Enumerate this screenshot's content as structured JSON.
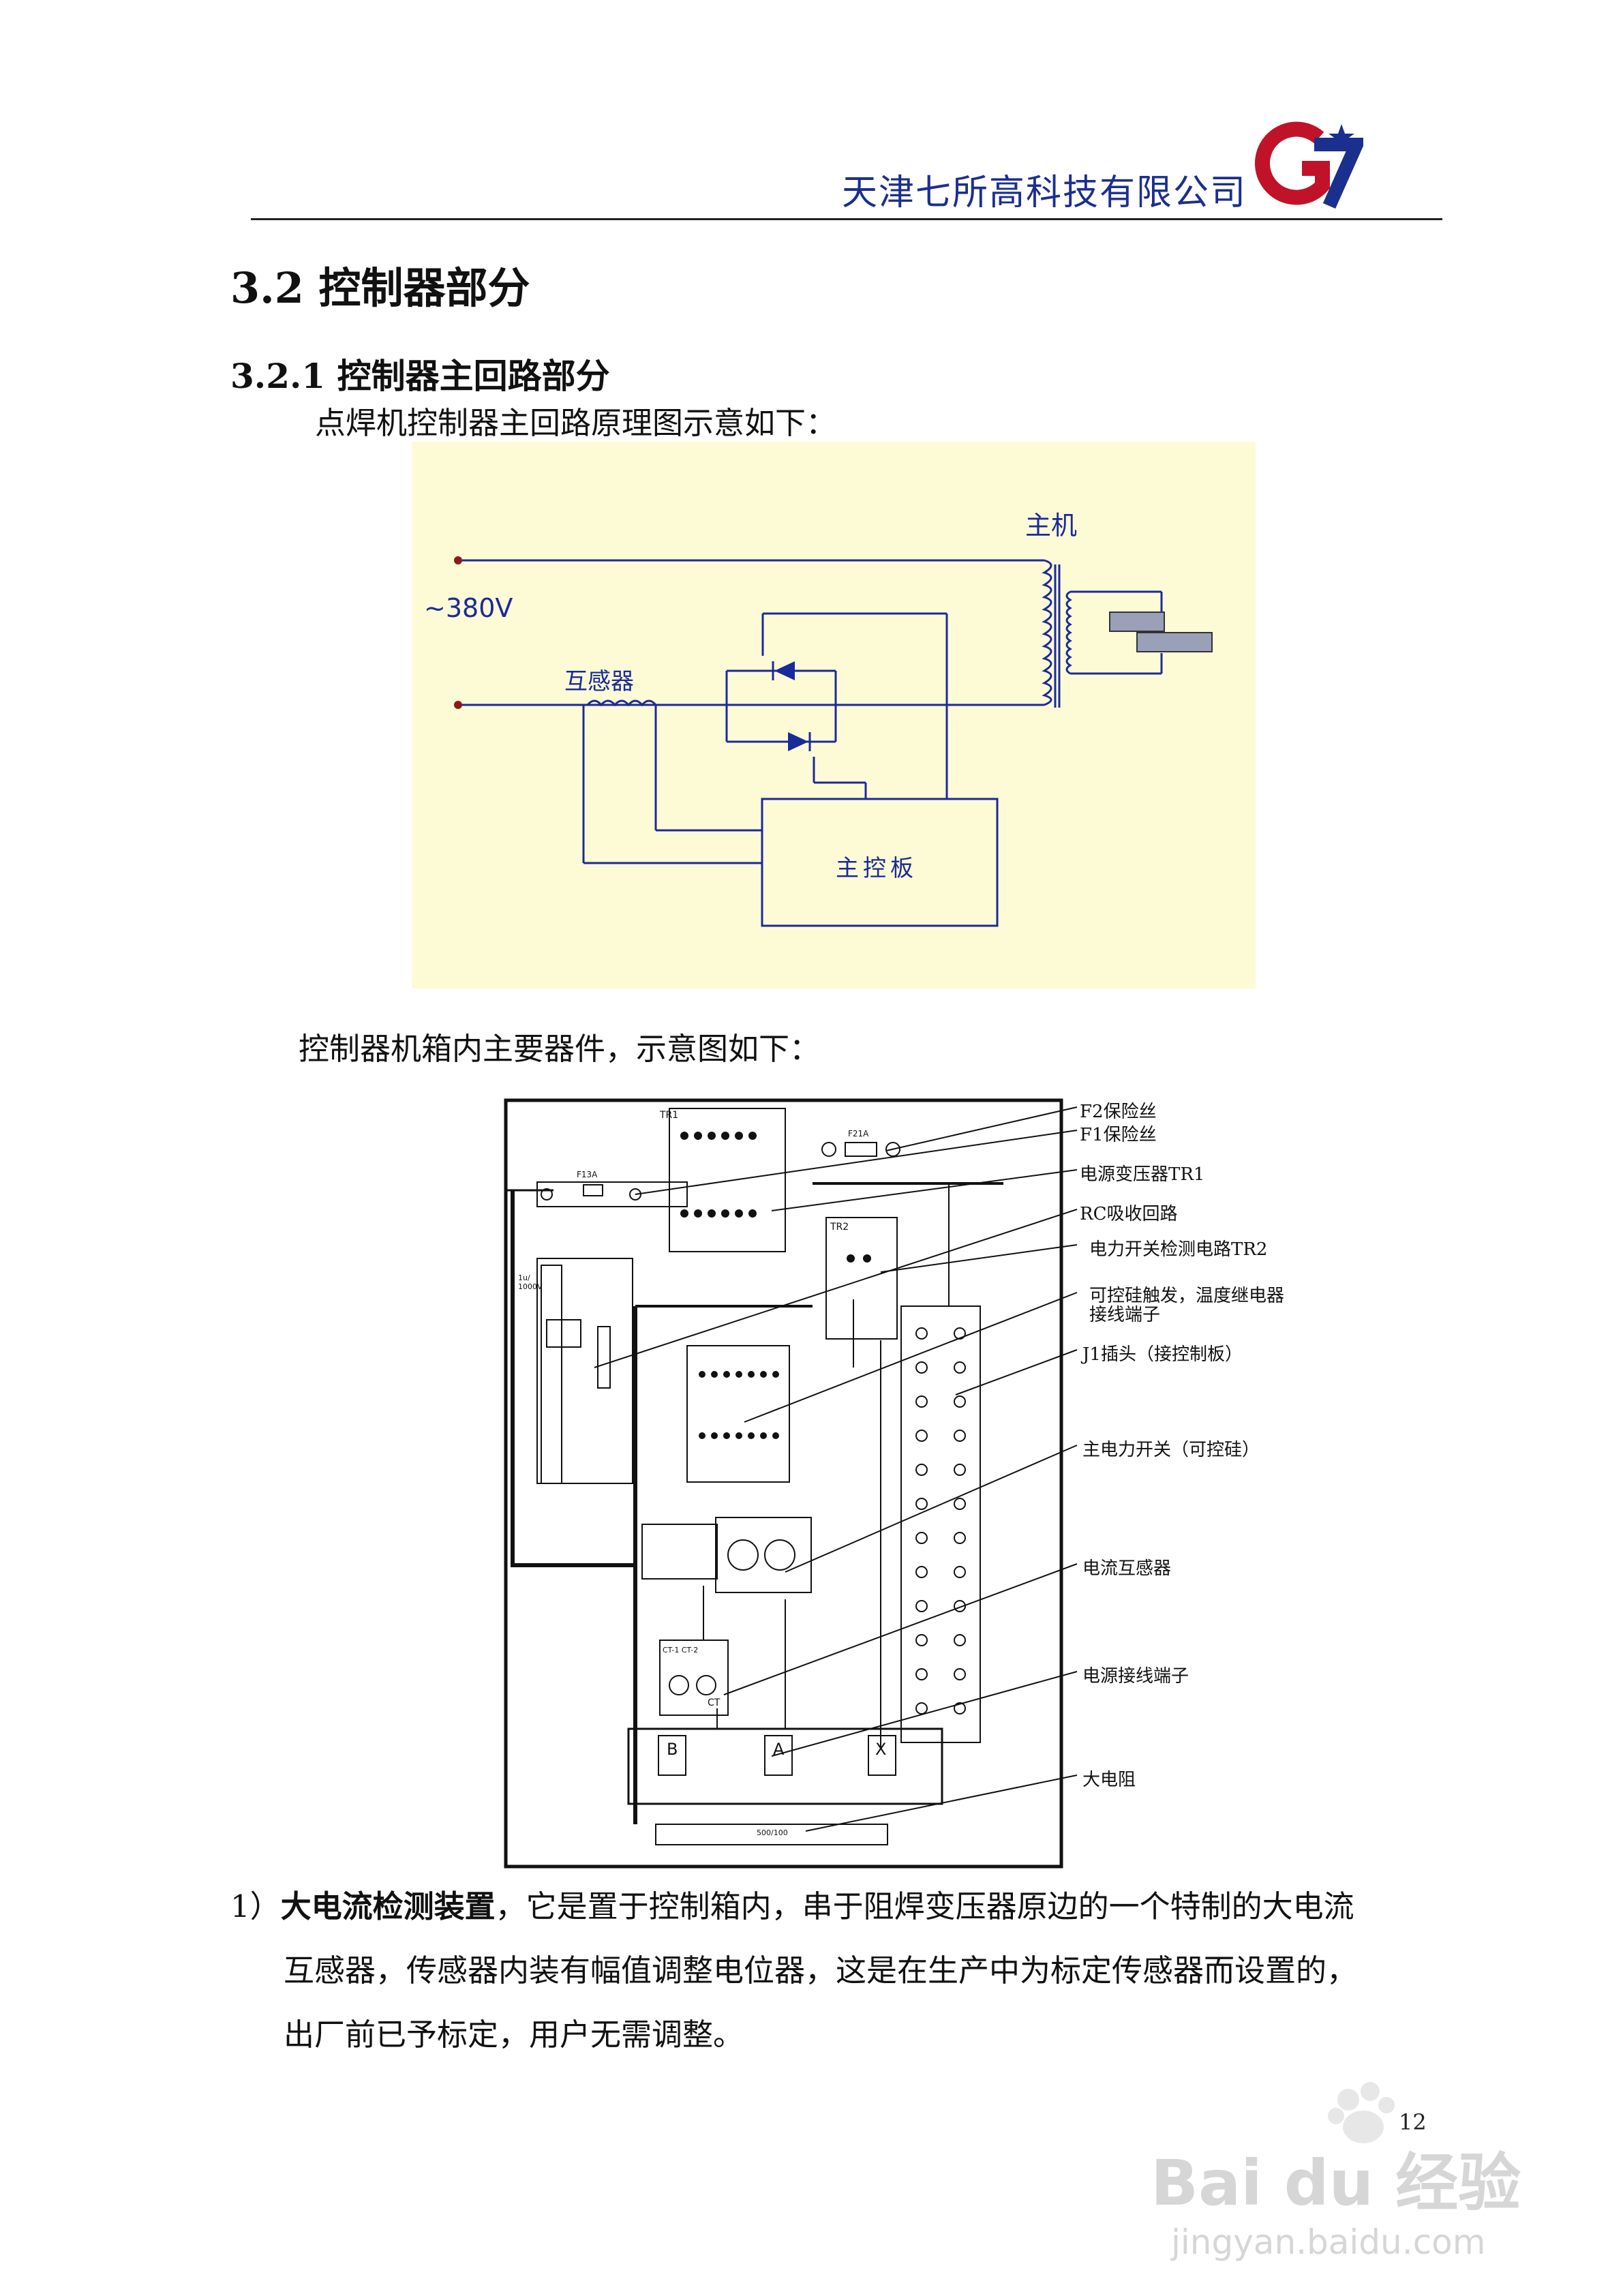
{
  "header": {
    "company": "天津七所高科技有限公司"
  },
  "section": {
    "title": "3.2 控制器部分",
    "subtitle": "3.2.1  控制器主回路部分",
    "intro": "点焊机控制器主回路原理图示意如下：",
    "intro2": "控制器机箱内主要器件，示意图如下："
  },
  "circuit": {
    "voltage": "~380V",
    "host": "主机",
    "transformer": "互感器",
    "board": "主控板"
  },
  "cabinet": {
    "callouts": [
      "F2保险丝",
      "F1保险丝",
      "电源变压器TR1",
      "RC吸收回路",
      "电力开关检测电路TR2",
      "可控硅触发，温度继电器",
      "接线端子",
      "J1插头（接控制板）",
      "主电力开关（可控硅）",
      "电流互感器",
      "电源接线端子",
      "大电阻"
    ],
    "labels": {
      "tr1": "TR1",
      "tr2": "TR2",
      "f13a": "F13A",
      "f21a": "F21A",
      "b": "B",
      "a": "A",
      "x": "X",
      "ct": "CT",
      "ct12": "CT-1 CT-2",
      "cap": "1u/ 1000V",
      "res": "500/100"
    }
  },
  "paragraph": {
    "number": "1）",
    "bold": "大电流检测装置",
    "line1_rest": "，它是置于控制箱内，串于阻焊变压器原边的一个特制的大电流",
    "line2": "互感器，传感器内装有幅值调整电位器，这是在生产中为标定传感器而设置的，",
    "line3": "出厂前已予标定，用户无需调整。"
  },
  "page_number": "12",
  "watermark": {
    "brand": "Bai du 经验",
    "url": "jingyan.baidu.com"
  }
}
